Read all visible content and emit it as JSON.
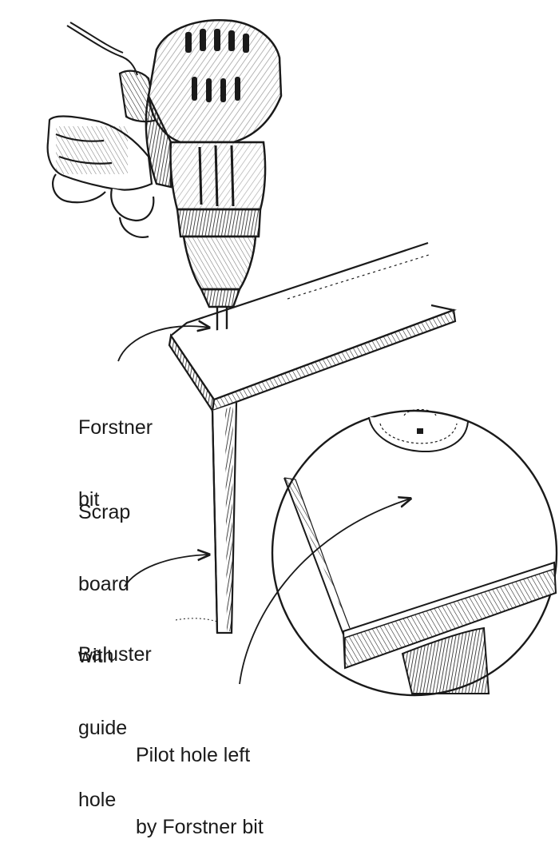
{
  "labels": {
    "forstner_bit": [
      "Forstner",
      "bit"
    ],
    "scrap_board": [
      "Scrap",
      "board",
      "with",
      "guide",
      "hole"
    ],
    "baluster": "Baluster",
    "pilot_hole": [
      "Pilot hole left",
      "by Forstner bit"
    ]
  },
  "colors": {
    "ink": "#1a1a1a",
    "background": "#ffffff"
  }
}
